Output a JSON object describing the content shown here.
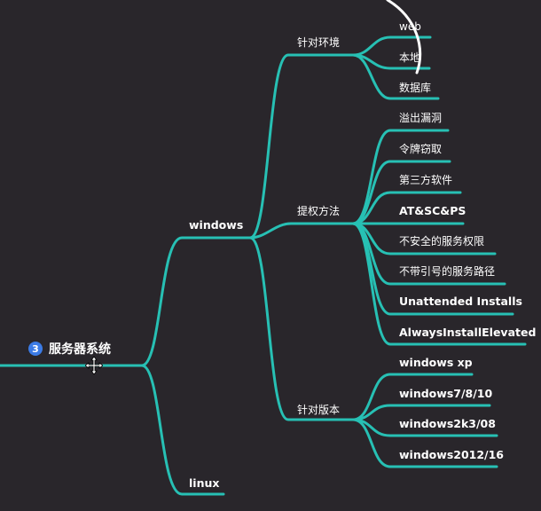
{
  "root": {
    "number": "3",
    "label": "服务器系统"
  },
  "branches": {
    "windows": "windows",
    "linux": "linux"
  },
  "windows_groups": {
    "env": {
      "label": "针对环境",
      "items": [
        "web",
        "本地",
        "数据库"
      ]
    },
    "methods": {
      "label": "提权方法",
      "items": [
        "溢出漏洞",
        "令牌窃取",
        "第三方软件",
        "AT&SC&PS",
        "不安全的服务权限",
        "不带引号的服务路径",
        "Unattended Installs",
        "AlwaysInstallElevated"
      ]
    },
    "versions": {
      "label": "针对版本",
      "items": [
        "windows xp",
        "windows7/8/10",
        "windows2k3/08",
        "windows2012/16"
      ]
    }
  },
  "colors": {
    "line": "#27c0b4",
    "background": "#29262b",
    "accent": "#3b7be6",
    "annotation": "#ffffff"
  },
  "icons": {
    "cursor": "move-cursor-icon",
    "number_badge": "circled-number-icon"
  }
}
